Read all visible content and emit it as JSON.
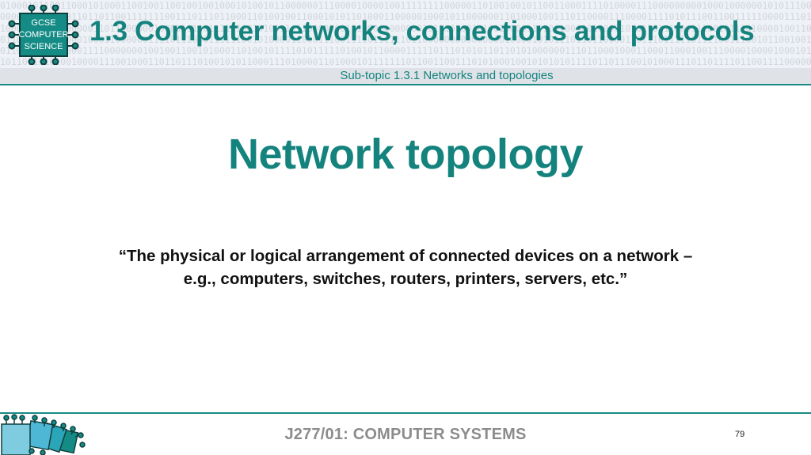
{
  "header": {
    "logo_lines": [
      "GCSE",
      "COMPUTER",
      "SCIENCE"
    ],
    "title": "1.3 Computer networks, connections and protocols",
    "subtitle": "Sub-topic 1.3.1 Networks and topologies"
  },
  "slide": {
    "title": "Network topology",
    "quote_lines": [
      "“The physical or logical arrangement of connected devices on a network –",
      "e.g., computers, switches, routers, printers, servers, etc.”"
    ]
  },
  "footer": {
    "course": "J277/01: COMPUTER SYSTEMS",
    "page_number": "79"
  },
  "colors": {
    "accent": "#14837e",
    "logo_fill": "#158b86",
    "footer_text": "#8c8c8c"
  }
}
